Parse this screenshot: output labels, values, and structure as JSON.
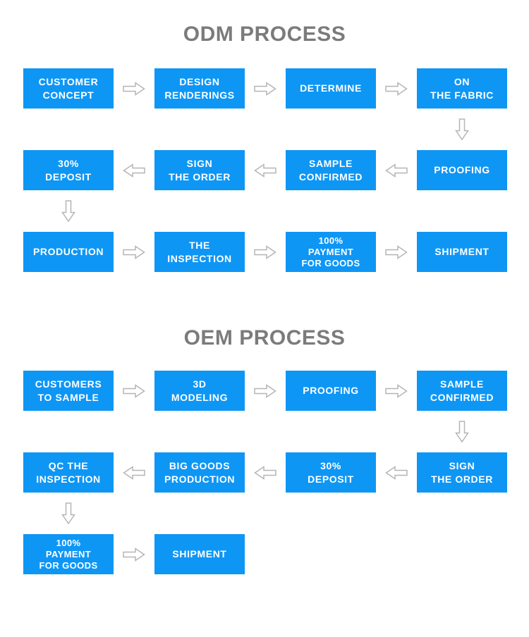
{
  "colors": {
    "page_bg": "#ffffff",
    "box_blue": "#0e96f5",
    "box_text": "#ffffff",
    "title_gray": "#7b7b7b",
    "arrow_gray": "#b5b5b5"
  },
  "odm": {
    "title": "ODM PROCESS",
    "row1_direction": "right",
    "row1": [
      "CUSTOMER\nCONCEPT",
      "DESIGN\nRENDERINGS",
      "DETERMINE",
      "ON\nTHE FABRIC"
    ],
    "row2_direction": "left",
    "row2": [
      "30%\nDEPOSIT",
      "SIGN\nTHE ORDER",
      "SAMPLE\nCONFIRMED",
      "PROOFING"
    ],
    "row3_direction": "right",
    "row3": [
      "PRODUCTION",
      "THE\nINSPECTION",
      "100%\nPAYMENT\nFOR GOODS",
      "SHIPMENT"
    ]
  },
  "oem": {
    "title": "OEM PROCESS",
    "row1_direction": "right",
    "row1": [
      "CUSTOMERS\nTO SAMPLE",
      "3D\nMODELING",
      "PROOFING",
      "SAMPLE\nCONFIRMED"
    ],
    "row2_direction": "left",
    "row2": [
      "QC THE\nINSPECTION",
      "BIG GOODS\nPRODUCTION",
      "30%\nDEPOSIT",
      "SIGN\nTHE ORDER"
    ],
    "row3_direction": "right",
    "row3": [
      "100%\nPAYMENT\nFOR GOODS",
      "SHIPMENT"
    ]
  }
}
